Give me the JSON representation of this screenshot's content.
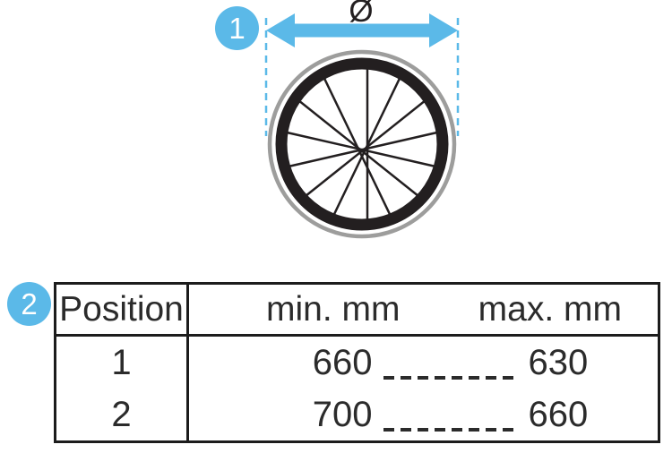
{
  "figure": {
    "description": "Wheel diameter measurement diagram with size table",
    "diameter_symbol": "Ø"
  },
  "callouts": {
    "one": "1",
    "two": "2"
  },
  "table": {
    "headers": {
      "position": "Position",
      "min": "min. mm",
      "max": "max. mm"
    },
    "rows": [
      {
        "position": "1",
        "min": "660",
        "max": "630"
      },
      {
        "position": "2",
        "min": "700",
        "max": "660"
      }
    ]
  },
  "colors": {
    "accent_blue": "#5bb9e8",
    "wheel_gray": "#9d9d9c",
    "ink": "#231f20"
  }
}
